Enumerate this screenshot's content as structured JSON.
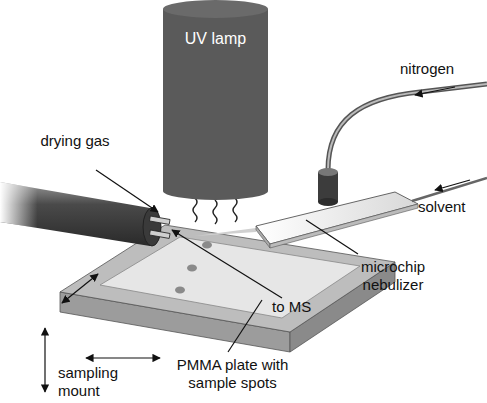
{
  "diagram": {
    "nodes": [
      {
        "text": [
          "UV lamp"
        ]
      }
    ],
    "labels": [
      "drying gas",
      "nitrogen",
      "solvent",
      "microchip nebulizer",
      "to MS",
      "PMMA plate with sample spots",
      "sampling mount"
    ]
  }
}
